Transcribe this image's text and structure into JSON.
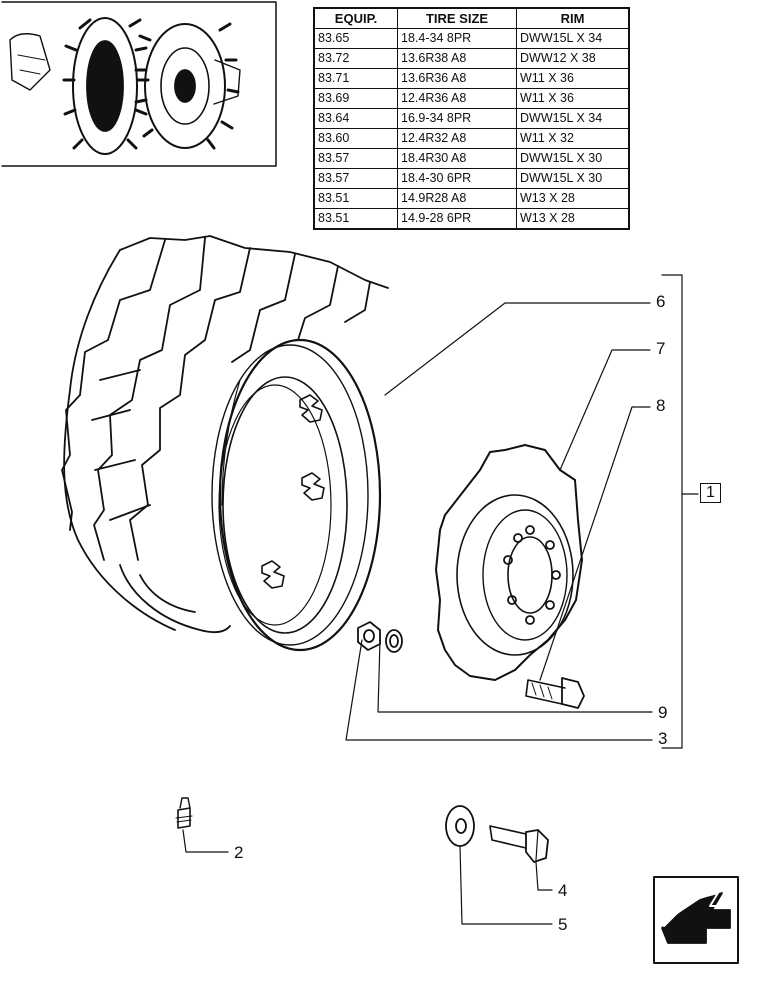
{
  "table": {
    "headers": [
      "EQUIP.",
      "TIRE SIZE",
      "RIM"
    ],
    "rows": [
      [
        "83.65",
        "18.4-34 8PR",
        "DWW15L X 34"
      ],
      [
        "83.72",
        "13.6R38 A8",
        "DWW12 X 38"
      ],
      [
        "83.71",
        "13.6R36 A8",
        "W11 X 36"
      ],
      [
        "83.69",
        "12.4R36 A8",
        "W11 X 36"
      ],
      [
        "83.64",
        "16.9-34 8PR",
        "DWW15L X 34"
      ],
      [
        "83.60",
        "12.4R32 A8",
        "W11 X 32"
      ],
      [
        "83.57",
        "18.4R30 A8",
        "DWW15L X 30"
      ],
      [
        "83.57",
        "18.4-30 6PR",
        "DWW15L X 30"
      ],
      [
        "83.51",
        "14.9R28 A8",
        "W13 X 28"
      ],
      [
        "83.51",
        "14.9-28 6PR",
        "W13 X 28"
      ]
    ]
  },
  "callouts": {
    "c1": "1",
    "c2": "2",
    "c3": "3",
    "c4": "4",
    "c5": "5",
    "c6": "6",
    "c7": "7",
    "c8": "8",
    "c9": "9"
  },
  "icons": {
    "thumbnail": "tractor-rear-wheel-thumbnail",
    "next_page": "next-page-arrow-icon"
  }
}
